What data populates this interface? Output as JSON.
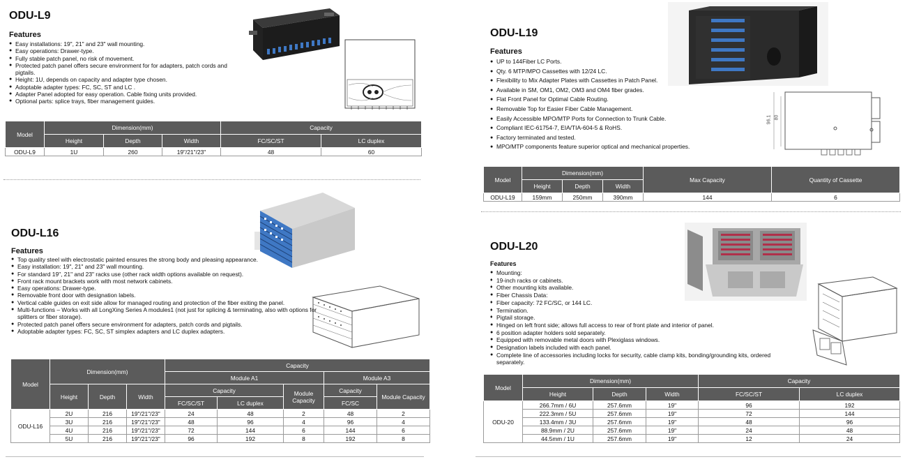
{
  "l9": {
    "title": "ODU-L9",
    "features_heading": "Features",
    "features": [
      "Easy installations: 19\", 21\" and 23\"  wall mounting.",
      "Easy operations: Drawer-type.",
      "Fully stable patch panel, no risk of movement.",
      "Protected patch panel offers secure environment for for adapters, patch cords and pigtails.",
      "Height: 1U, depends on capacity and adapter type chosen.",
      "Adoptable adapter types: FC, SC, ST and LC .",
      "Adapter Panel adopted for easy operation. Cable fixing units provided.",
      "Optional parts: splice trays, fiber management guides."
    ],
    "table": {
      "model": "Model",
      "dimension": "Dimension(mm)",
      "capacity": "Capacity",
      "height": "Height",
      "depth": "Depth",
      "width": "Width",
      "fc": "FC/SC/ST",
      "lc": "LC duplex",
      "row": [
        "ODU-L9",
        "1U",
        "260",
        "19\"/21\"/23\"",
        "48",
        "60"
      ]
    }
  },
  "l16": {
    "title": "ODU-L16",
    "features_heading": "Features",
    "features": [
      "Top quality steel with electrostatic painted ensures the strong body and pleasing appearance.",
      "Easy installation: 19\", 21\" and 23\" wall mounting.",
      "For standard 19\", 21\" and 23\" racks use (other rack width options available on request).",
      "Front rack mount brackets work with most network cabinets.",
      "Easy operations: Drawer-type.",
      "Removable front door with designation labels.",
      "Vertical cable guides on exit side allow for managed routing and protection of the fiber exiting the panel.",
      "Multi-functions – Works with all LongXing Series A modules1 (not just for splicing & terminating, also with options for splitters or fiber storage).",
      "Protected patch panel offers secure environment for adapters, patch cords and pigtails.",
      "Adoptable adapter types: FC, SC, ST simplex adapters and LC duplex adapters."
    ],
    "table": {
      "model": "Model",
      "dimension": "Dimension(mm)",
      "capacity": "Capacity",
      "module_a1": "Module A1",
      "module_a3": "Module A3",
      "height": "Height",
      "depth": "Depth",
      "width": "Width",
      "cap_sub": "Capacity",
      "module_capacity": "Module Capacity",
      "fc": "FC/SC/ST",
      "lc": "LC duplex",
      "fcsc": "FC/SC",
      "model_name": "ODU-L16",
      "rows": [
        [
          "2U",
          "216",
          "19\"/21\"/23\"",
          "24",
          "48",
          "2",
          "48",
          "2"
        ],
        [
          "3U",
          "216",
          "19\"/21\"/23\"",
          "48",
          "96",
          "4",
          "96",
          "4"
        ],
        [
          "4U",
          "216",
          "19\"/21\"/23\"",
          "72",
          "144",
          "6",
          "144",
          "6"
        ],
        [
          "5U",
          "216",
          "19\"/21\"/23\"",
          "96",
          "192",
          "8",
          "192",
          "8"
        ]
      ]
    }
  },
  "l19": {
    "title": "ODU-L19",
    "features_heading": "Features",
    "features": [
      "UP to 144Fiber LC Ports.",
      "Qty. 6 MTP/MPO Cassettes with 12/24 LC.",
      "Flexibility to Mix Adapter Plates with Cassettes in Patch Panel.",
      "Available in SM, OM1, OM2, OM3 and OM4 fiber grades.",
      "Flat Front Panel for Optimal Cable Routing.",
      "Removable Top for Easier Fiber Cable Management.",
      "Easily Accessible MPO/MTP Ports for Connection to Trunk Cable.",
      "Compliant IEC-61754-7, EIA/TIA-604-5 & RoHS.",
      "Factory terminated and tested.",
      "MPO/MTP components feature superior optical and mechanical properties."
    ],
    "drawing_dims": [
      "96.1",
      "80"
    ],
    "table": {
      "model": "Model",
      "dimension": "Dimension(mm)",
      "height": "Height",
      "depth": "Depth",
      "width": "Width",
      "max_capacity": "Max Capacity",
      "qty_cassette": "Quantity of Cassette",
      "row": [
        "ODU-L19",
        "159mm",
        "250mm",
        "390mm",
        "144",
        "6"
      ]
    }
  },
  "l20": {
    "title": "ODU-L20",
    "features_heading": "Features",
    "features": [
      {
        "t": "Mounting:",
        "s": "dot"
      },
      {
        "t": "19-inch racks or cabinets.",
        "s": "dia"
      },
      {
        "t": "Other mounting kits available.",
        "s": "dia"
      },
      {
        "t": "Fiber Chassis Data:",
        "s": "dot"
      },
      {
        "t": "Fiber capacity: 72 FC/SC, or 144 LC.",
        "s": "dia"
      },
      {
        "t": "Termination.",
        "s": "dia"
      },
      {
        "t": "Pigtail storage.",
        "s": "dia"
      },
      {
        "t": "Hinged on left front side; allows full access to rear of front plate and interior of panel.",
        "s": "dot"
      },
      {
        "t": "6 position adapter holders sold separately.",
        "s": "dot"
      },
      {
        "t": "Equipped with removable metal doors with Plexiglass windows.",
        "s": "dot"
      },
      {
        "t": "Designation labels included with each panel.",
        "s": "dot"
      },
      {
        "t": "Complete line of accessories including locks for security, cable clamp kits, bonding/grounding kits, ordered separately.",
        "s": "dot"
      }
    ],
    "table": {
      "model": "Model",
      "dimension": "Dimension(mm)",
      "capacity": "Capacity",
      "height": "Height",
      "depth": "Depth",
      "width": "Width",
      "fc": "FC/SC/ST",
      "lc": "LC duplex",
      "model_name": "ODU-20",
      "rows": [
        [
          "266.7mm / 6U",
          "257.6mm",
          "19\"",
          "96",
          "192"
        ],
        [
          "222.3mm / 5U",
          "257.6mm",
          "19\"",
          "72",
          "144"
        ],
        [
          "133.4mm / 3U",
          "257.6mm",
          "19\"",
          "48",
          "96"
        ],
        [
          "88.9mm / 2U",
          "257.6mm",
          "19\"",
          "24",
          "48"
        ],
        [
          "44.5mm / 1U",
          "257.6mm",
          "19\"",
          "12",
          "24"
        ]
      ]
    }
  },
  "colors": {
    "header_bg": "#5b5b5b",
    "product_blue": "#3f78c4",
    "steel_gray": "#b8b8b8"
  }
}
